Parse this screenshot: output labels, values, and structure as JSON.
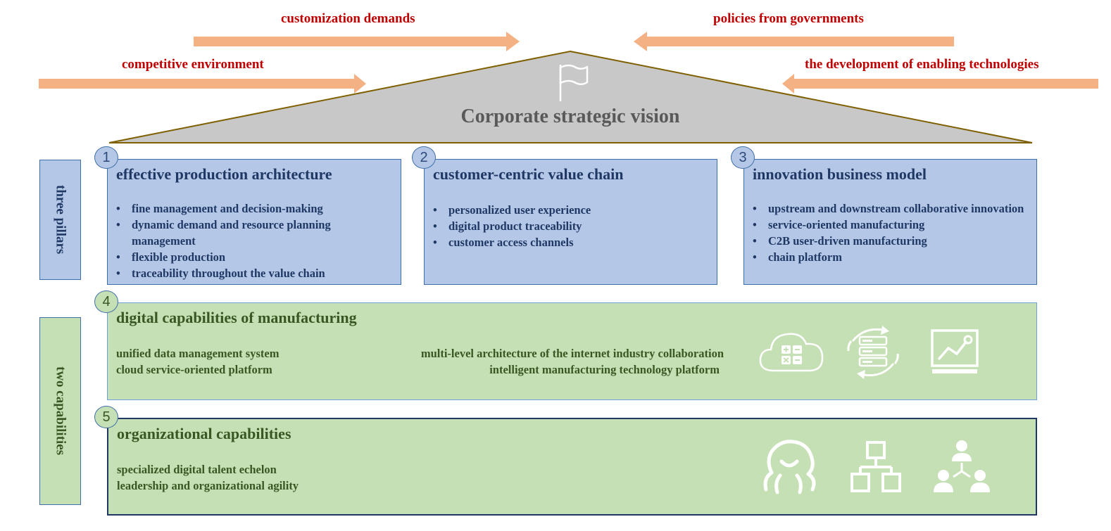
{
  "forces": {
    "customization": "customization demands",
    "policies": "policies from governments",
    "competitive": "competitive environment",
    "technologies": "the development of enabling technologies"
  },
  "roof": {
    "title": "Corporate strategic vision",
    "icon": "flag-icon"
  },
  "side_labels": {
    "pillars": "three pillars",
    "capabilities": "two capabilities"
  },
  "pillars": [
    {
      "number": "1",
      "title": "effective production architecture",
      "items": [
        "fine management and decision-making",
        "dynamic demand and resource planning management",
        "flexible production",
        "traceability throughout the value chain"
      ]
    },
    {
      "number": "2",
      "title": "customer-centric value chain",
      "items": [
        "personalized user experience",
        "digital product traceability",
        "customer access channels"
      ]
    },
    {
      "number": "3",
      "title": "innovation business model",
      "items": [
        "upstream and downstream collaborative innovation",
        "service-oriented manufacturing",
        "C2B user-driven manufacturing",
        "chain platform"
      ]
    }
  ],
  "capabilities": [
    {
      "number": "4",
      "title": "digital capabilities of manufacturing",
      "items": [
        "unified data management system",
        "cloud service-oriented platform",
        "multi-level architecture of the internet industry collaboration",
        "intelligent manufacturing technology platform"
      ],
      "icons": [
        "cloud-calculator-icon",
        "server-sync-icon",
        "monitor-chart-icon"
      ]
    },
    {
      "number": "5",
      "title": "organizational capabilities",
      "items": [
        "specialized digital talent echelon",
        "leadership and organizational agility"
      ],
      "icons": [
        "octopus-icon",
        "org-chart-icon",
        "team-network-icon"
      ]
    }
  ],
  "colors": {
    "force_text": "#c00000",
    "force_arrow": "#f4b183",
    "roof_fill": "#c8c8c8",
    "roof_outline": "#7f6000",
    "pillar_fill": "#b4c7e7",
    "capability_fill": "#c5e0b4"
  }
}
